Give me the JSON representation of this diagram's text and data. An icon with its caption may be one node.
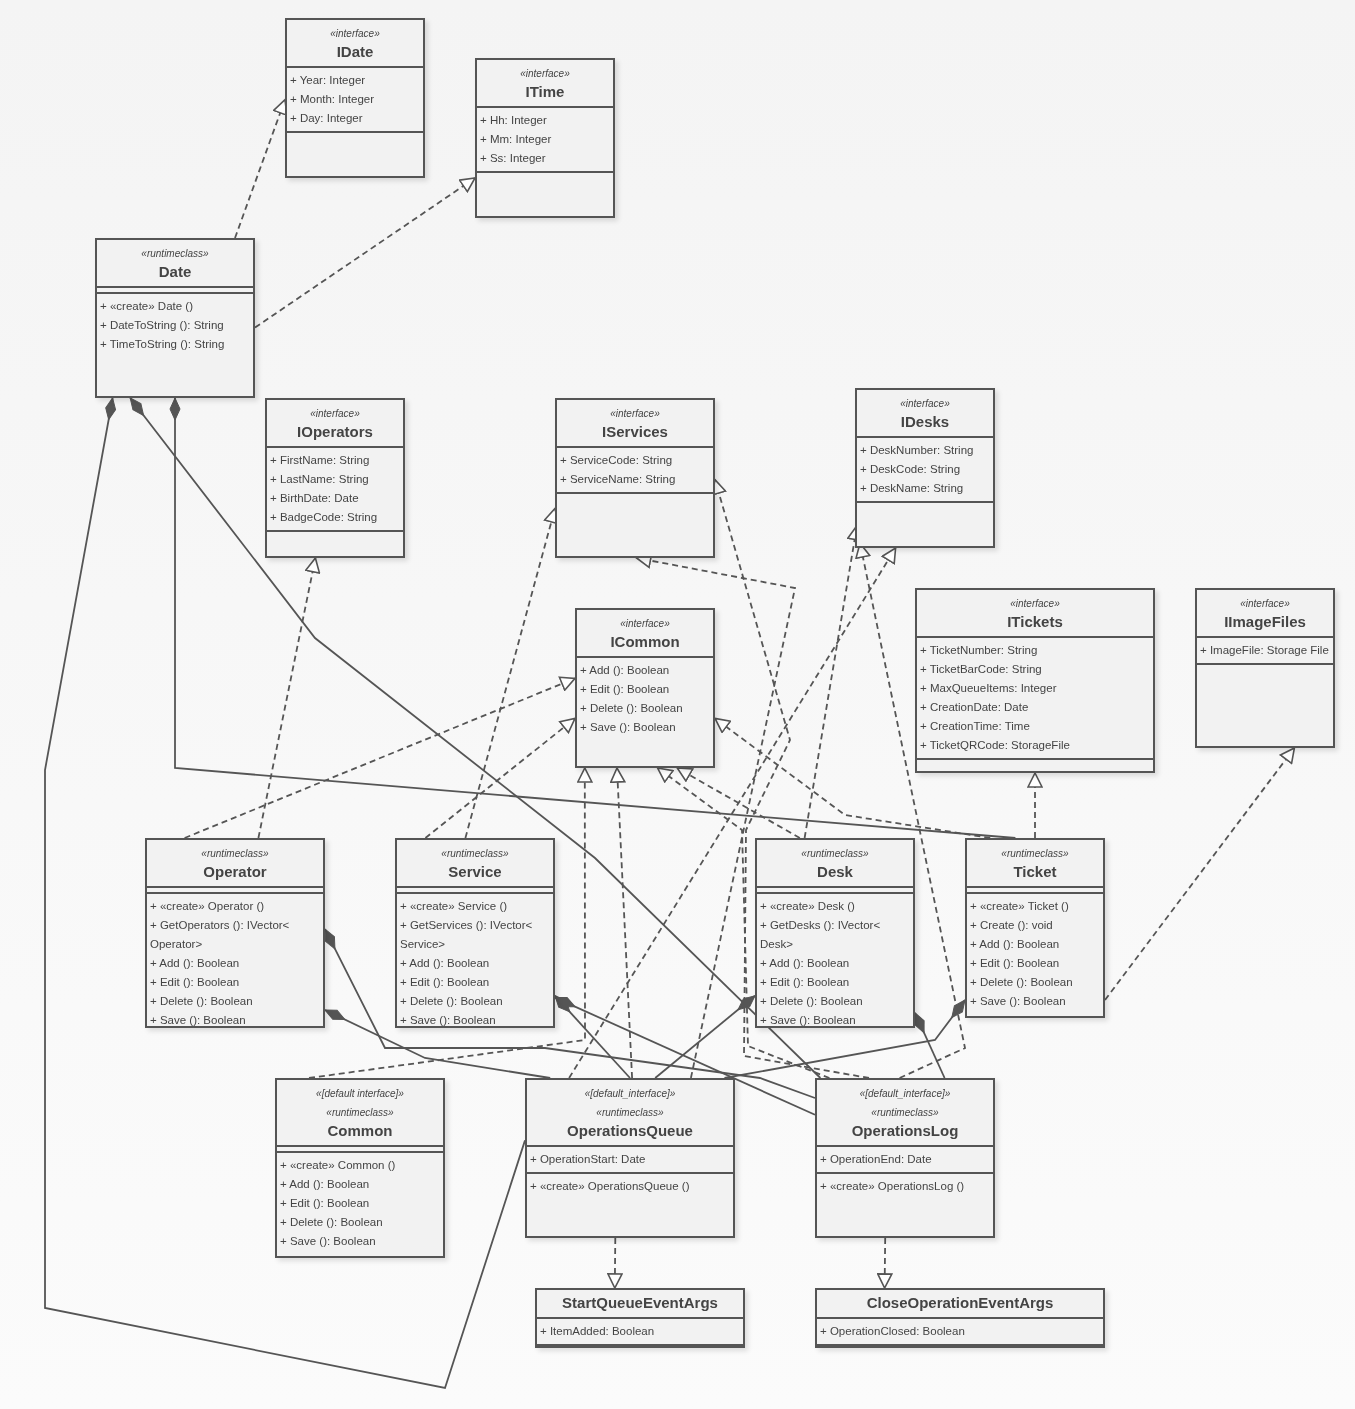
{
  "diagram": {
    "nodes": [
      {
        "text": [
          "«interface»",
          "IDate",
          "+ Year: Integer",
          "+ Month: Integer",
          "+ Day: Integer"
        ]
      },
      {
        "text": [
          "«interface»",
          "ITime",
          "+ Hh: Integer",
          "+ Mm: Integer",
          "+ Ss: Integer"
        ]
      },
      {
        "text": [
          "«runtimeclass»",
          "Date",
          "+ «create» Date ()",
          "+ DateToString (): String",
          "+ TimeToString (): String"
        ]
      },
      {
        "text": [
          "«interface»",
          "IOperators",
          "+ FirstName: String",
          "+ LastName: String",
          "+ BirthDate: Date",
          "+ BadgeCode: String"
        ]
      },
      {
        "text": [
          "«interface»",
          "IServices",
          "+ ServiceCode: String",
          "+ ServiceName: String"
        ]
      },
      {
        "text": [
          "«interface»",
          "IDesks",
          "+ DeskNumber: String",
          "+ DeskCode: String",
          "+ DeskName: String"
        ]
      },
      {
        "text": [
          "«interface»",
          "ICommon",
          "+ Add (): Boolean",
          "+ Edit (): Boolean",
          "+ Delete (): Boolean",
          "+ Save (): Boolean"
        ]
      },
      {
        "text": [
          "«interface»",
          "ITickets",
          "+ TicketNumber: String",
          "+ TicketBarCode: String",
          "+ MaxQueueItems: Integer",
          "+ CreationDate: Date",
          "+ CreationTime: Time",
          "+ TicketQRCode: StorageFile"
        ]
      },
      {
        "text": [
          "«interface»",
          "IImageFiles",
          "+ ImageFile: Storage File"
        ]
      },
      {
        "text": [
          "«runtimeclass»",
          "Operator",
          "+ «create» Operator ()",
          "+ GetOperators (): IVector< Operator>",
          "+ Add (): Boolean",
          "+ Edit (): Boolean",
          "+ Delete (): Boolean",
          "+ Save (): Boolean"
        ]
      },
      {
        "text": [
          "«runtimeclass»",
          "Service",
          "+ «create» Service ()",
          "+ GetServices (): IVector< Service>",
          "+ Add (): Boolean",
          "+ Edit (): Boolean",
          "+ Delete (): Boolean",
          "+ Save (): Boolean"
        ]
      },
      {
        "text": [
          "«runtimeclass»",
          "Desk",
          "+ «create» Desk ()",
          "+ GetDesks (): IVector< Desk>",
          "+ Add (): Boolean",
          "+ Edit (): Boolean",
          "+ Delete (): Boolean",
          "+ Save (): Boolean"
        ]
      },
      {
        "text": [
          "«runtimeclass»",
          "Ticket",
          "+ «create» Ticket ()",
          "+ Create (): void",
          "+ Add (): Boolean",
          "+ Edit (): Boolean",
          "+ Delete (): Boolean",
          "+ Save (): Boolean"
        ]
      },
      {
        "text": [
          "«[default interface]»",
          "«runtimeclass»",
          "Common",
          "+ «create» Common ()",
          "+ Add (): Boolean",
          "+ Edit (): Boolean",
          "+ Delete (): Boolean",
          "+ Save (): Boolean"
        ]
      },
      {
        "text": [
          "«[default_interface]»",
          "«runtimeclass»",
          "OperationsQueue",
          "+ OperationStart: Date",
          "+ «create» OperationsQueue ()"
        ]
      },
      {
        "text": [
          "«[default_interface]»",
          "«runtimeclass»",
          "OperationsLog",
          "+ OperationEnd: Date",
          "+ «create» OperationsLog ()"
        ]
      },
      {
        "text": [
          "StartQueueEventArgs",
          "+ ItemAdded: Boolean"
        ]
      },
      {
        "text": [
          "CloseOperationEventArgs",
          "+ OperationClosed: Boolean"
        ]
      }
    ],
    "edges": [
      {
        "from": 2,
        "to": 0,
        "arrow": "to",
        "style": "dashed"
      },
      {
        "from": 2,
        "to": 1,
        "arrow": "to",
        "style": "dashed"
      },
      {
        "from": 9,
        "to": 3,
        "arrow": "to",
        "style": "dashed"
      },
      {
        "from": 9,
        "to": 6,
        "arrow": "to",
        "style": "dashed"
      },
      {
        "from": 10,
        "to": 4,
        "arrow": "to",
        "style": "dashed"
      },
      {
        "from": 10,
        "to": 6,
        "arrow": "to",
        "style": "dashed"
      },
      {
        "from": 11,
        "to": 5,
        "arrow": "to",
        "style": "dashed"
      },
      {
        "from": 11,
        "to": 6,
        "arrow": "to",
        "style": "dashed"
      },
      {
        "from": 12,
        "to": 7,
        "arrow": "to",
        "style": "dashed"
      },
      {
        "from": 12,
        "to": 8,
        "arrow": "to",
        "style": "dashed"
      },
      {
        "from": 12,
        "to": 6,
        "arrow": "to",
        "style": "dashed"
      },
      {
        "from": 13,
        "to": 6,
        "arrow": "to",
        "style": "dashed"
      },
      {
        "from": 14,
        "to": 6,
        "arrow": "to",
        "style": "dashed"
      },
      {
        "from": 15,
        "to": 6,
        "arrow": "to",
        "style": "dashed"
      },
      {
        "from": 14,
        "to": 4,
        "arrow": "to",
        "style": "dashed"
      },
      {
        "from": 15,
        "to": 4,
        "arrow": "to",
        "style": "dashed"
      },
      {
        "from": 14,
        "to": 5,
        "arrow": "to",
        "style": "dashed"
      },
      {
        "from": 15,
        "to": 5,
        "arrow": "to",
        "style": "dashed"
      },
      {
        "from": 14,
        "to": 16,
        "arrow": "to",
        "style": "dashed"
      },
      {
        "from": 15,
        "to": 17,
        "arrow": "to",
        "style": "dashed"
      },
      {
        "from": 2,
        "to": 14,
        "arrow": "other"
      },
      {
        "from": 2,
        "to": 15,
        "arrow": "other"
      },
      {
        "from": 2,
        "to": 12,
        "arrow": "other"
      },
      {
        "from": 9,
        "to": 14,
        "arrow": "other"
      },
      {
        "from": 9,
        "to": 15,
        "arrow": "other"
      },
      {
        "from": 10,
        "to": 14,
        "arrow": "other"
      },
      {
        "from": 10,
        "to": 15,
        "arrow": "other"
      },
      {
        "from": 11,
        "to": 14,
        "arrow": "other"
      },
      {
        "from": 11,
        "to": 15,
        "arrow": "other"
      },
      {
        "from": 12,
        "to": 14,
        "arrow": "other"
      }
    ]
  }
}
